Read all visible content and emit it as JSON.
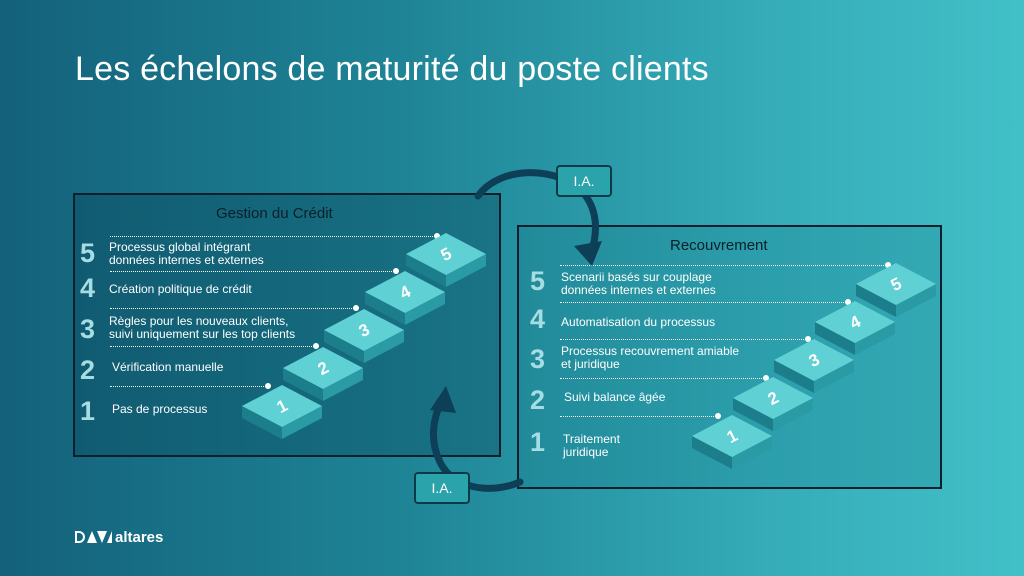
{
  "slide_title": "Les échelons de maturité du poste clients",
  "credit": {
    "title": "Gestion du Crédit",
    "levels": [
      {
        "n": "5",
        "line1": "Processus global intégrant",
        "line2": "données internes et externes"
      },
      {
        "n": "4",
        "line1": "Création politique de crédit",
        "line2": ""
      },
      {
        "n": "3",
        "line1": "Règles pour les nouveaux clients,",
        "line2": "suivi uniquement sur les top clients"
      },
      {
        "n": "2",
        "line1": "Vérification manuelle",
        "line2": ""
      },
      {
        "n": "1",
        "line1": "Pas de processus",
        "line2": ""
      }
    ]
  },
  "recovery": {
    "title": "Recouvrement",
    "levels": [
      {
        "n": "5",
        "line1": "Scenarii basés sur couplage",
        "line2": "données internes et externes"
      },
      {
        "n": "4",
        "line1": "Automatisation du processus",
        "line2": ""
      },
      {
        "n": "3",
        "line1": "Processus recouvrement amiable",
        "line2": "et juridique"
      },
      {
        "n": "2",
        "line1": "Suivi balance âgée",
        "line2": ""
      },
      {
        "n": "1",
        "line1": "Traitement",
        "line2": "juridique"
      }
    ]
  },
  "ia_top": "I.A.",
  "ia_bottom": "I.A.",
  "brand": "altares",
  "step_labels": [
    "1",
    "2",
    "3",
    "4",
    "5"
  ],
  "colors": {
    "step_top": "#5fd0d4",
    "step_side": "#2a9aa4",
    "step_front": "#1c7e8b",
    "arrow": "#0d3f57"
  }
}
